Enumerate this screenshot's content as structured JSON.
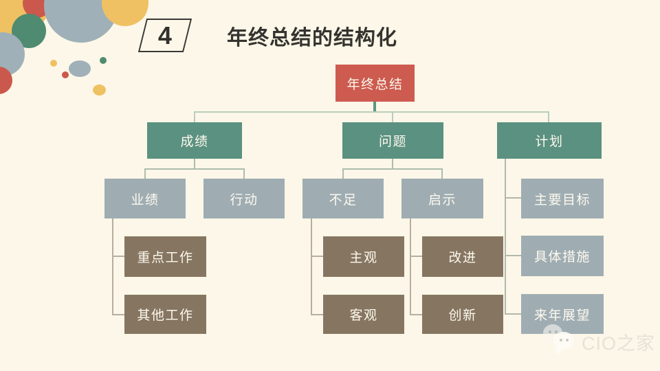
{
  "slide": {
    "section_number": "4",
    "title": "年终总结的结构化"
  },
  "tree": {
    "root": "年终总结",
    "branches": [
      {
        "label": "成绩",
        "children": [
          {
            "label": "业绩",
            "children": [
              "重点工作",
              "其他工作"
            ]
          },
          {
            "label": "行动",
            "children": []
          }
        ]
      },
      {
        "label": "问题",
        "children": [
          {
            "label": "不足",
            "children": [
              "主观",
              "客观"
            ]
          },
          {
            "label": "启示",
            "children": [
              "改进",
              "创新"
            ]
          }
        ]
      },
      {
        "label": "计划",
        "children": [
          {
            "label": "主要目标"
          },
          {
            "label": "具体措施"
          },
          {
            "label": "来年展望"
          }
        ]
      }
    ]
  },
  "watermark": {
    "label": "CIO之家"
  },
  "palette": {
    "background": "#fcf7e8",
    "root_node": "#cd5b50",
    "level2_node": "#5b9181",
    "level3_node": "#9fadb3",
    "level4_node": "#867661",
    "title_text": "#35332f",
    "node_text": "#fdf9ee",
    "decor_yellow": "#efc163",
    "decor_red": "#cb584c",
    "decor_gray": "#9fb0b8",
    "decor_green": "#4f8b70"
  }
}
